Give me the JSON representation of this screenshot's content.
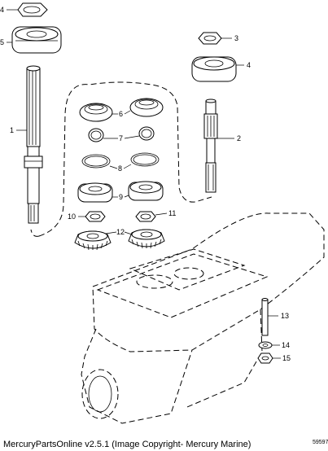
{
  "callouts": {
    "c1": "1",
    "c2": "2",
    "c3": "3",
    "c4": "4",
    "c5": "5",
    "c6": "6",
    "c7": "7",
    "c8": "8",
    "c9": "9",
    "c10": "10",
    "c11": "11",
    "c12": "12",
    "c13": "13",
    "c14": "14",
    "c15": "15"
  },
  "footer": {
    "caption": "MercuryPartsOnline v2.5.1 (Image Copyright- Mercury Marine)",
    "doc_number": "59597"
  }
}
